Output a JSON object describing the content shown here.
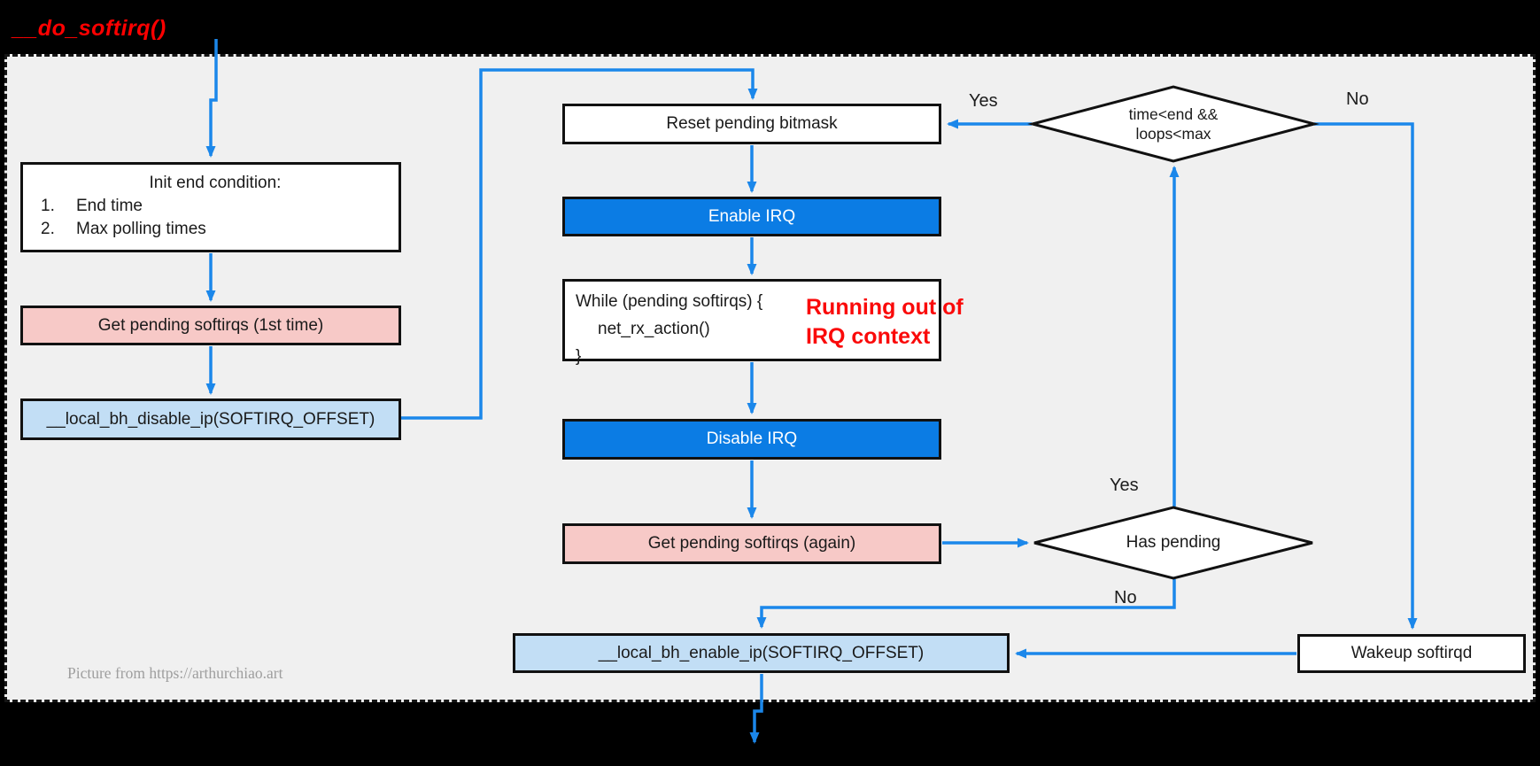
{
  "title": "__do_softirq()",
  "watermark": "Picture from https://arthurchiao.art",
  "colors": {
    "line_blue": "#1b87ea",
    "box_blue": "#0b7ce4",
    "box_pink": "#f7c9c7",
    "box_lightblue": "#c2def5",
    "panel_bg": "#f0f0f0",
    "annotation_red": "#fa0a0a",
    "title_red": "#fe0000"
  },
  "nodes": {
    "init": {
      "heading": "Init end condition:",
      "items": [
        {
          "num": "1.",
          "label": "End time"
        },
        {
          "num": "2.",
          "label": "Max polling times"
        }
      ]
    },
    "get_pending_first": {
      "label": "Get pending softirqs (1st time)"
    },
    "local_bh_disable": {
      "label": "__local_bh_disable_ip(SOFTIRQ_OFFSET)"
    },
    "reset_bitmask": {
      "label": "Reset pending bitmask"
    },
    "enable_irq": {
      "label": "Enable IRQ"
    },
    "while_loop": {
      "line1": "While (pending softirqs) {",
      "line2": "net_rx_action()",
      "line3": "}"
    },
    "annotation": {
      "line1": "Running out of",
      "line2": "IRQ context"
    },
    "disable_irq": {
      "label": "Disable IRQ"
    },
    "get_pending_again": {
      "label": "Get pending softirqs (again)"
    },
    "local_bh_enable": {
      "label": "__local_bh_enable_ip(SOFTIRQ_OFFSET)"
    },
    "wakeup_softirqd": {
      "label": "Wakeup softirqd"
    },
    "decision_time": {
      "line1": "time<end &&",
      "line2": "loops<max"
    },
    "decision_pending": {
      "label": "Has pending"
    }
  },
  "edge_labels": {
    "yes_top": "Yes",
    "no_top": "No",
    "yes_mid": "Yes",
    "no_mid": "No"
  }
}
